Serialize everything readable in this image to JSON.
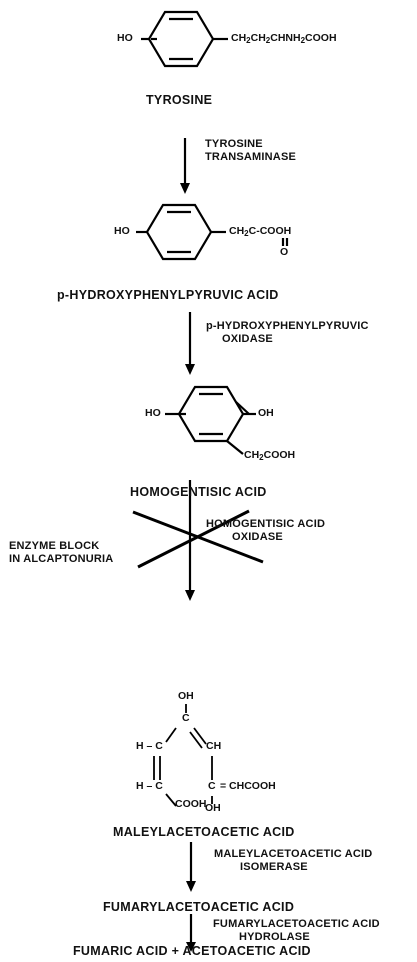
{
  "compounds": {
    "tyrosine": {
      "name": "TYROSINE",
      "ho": "HO",
      "chain_a": "CH",
      "chain_b": "CH",
      "chain_c": "CHNH",
      "chain_d": "COOH",
      "sub": "2"
    },
    "hpp": {
      "name": "p-HYDROXYPHENYLPYRUVIC ACID",
      "ho": "HO",
      "chain_a": "CH",
      "chain_b": "C-COOH",
      "sub": "2",
      "oxo": "O"
    },
    "hga": {
      "name": "HOMOGENTISIC ACID",
      "ho": "HO",
      "oh": "OH",
      "chain_a": "CH",
      "chain_b": "COOH",
      "sub": "2"
    },
    "maa": {
      "name": "MALEYLACETOACETIC ACID",
      "oh_top": "OH",
      "c_top": "C",
      "h_c_upper": "H – C",
      "ch_right": "CH",
      "h_c_lower": "H – C",
      "cooh_low": "COOH",
      "c_right": "C",
      "chain": "= CHCOOH",
      "oh_bottom": "OH"
    },
    "faa": {
      "name": "FUMARYLACETOACETIC ACID"
    },
    "products": {
      "name": "FUMARIC ACID + ACETOACETIC ACID"
    }
  },
  "enzymes": {
    "e1": {
      "line1": "TYROSINE",
      "line2": "TRANSAMINASE"
    },
    "e2": {
      "line1": "p-HYDROXYPHENYLPYRUVIC",
      "line2": "OXIDASE"
    },
    "e3": {
      "line1": "HOMOGENTISIC ACID",
      "line2": "OXIDASE"
    },
    "e4": {
      "line1": "MALEYLACETOACETIC ACID",
      "line2": "ISOMERASE"
    },
    "e5": {
      "line1": "FUMARYLACETOACETIC ACID",
      "line2": "HYDROLASE"
    }
  },
  "block": {
    "line1": "ENZYME BLOCK",
    "line2": "IN ALCAPTONURIA"
  }
}
